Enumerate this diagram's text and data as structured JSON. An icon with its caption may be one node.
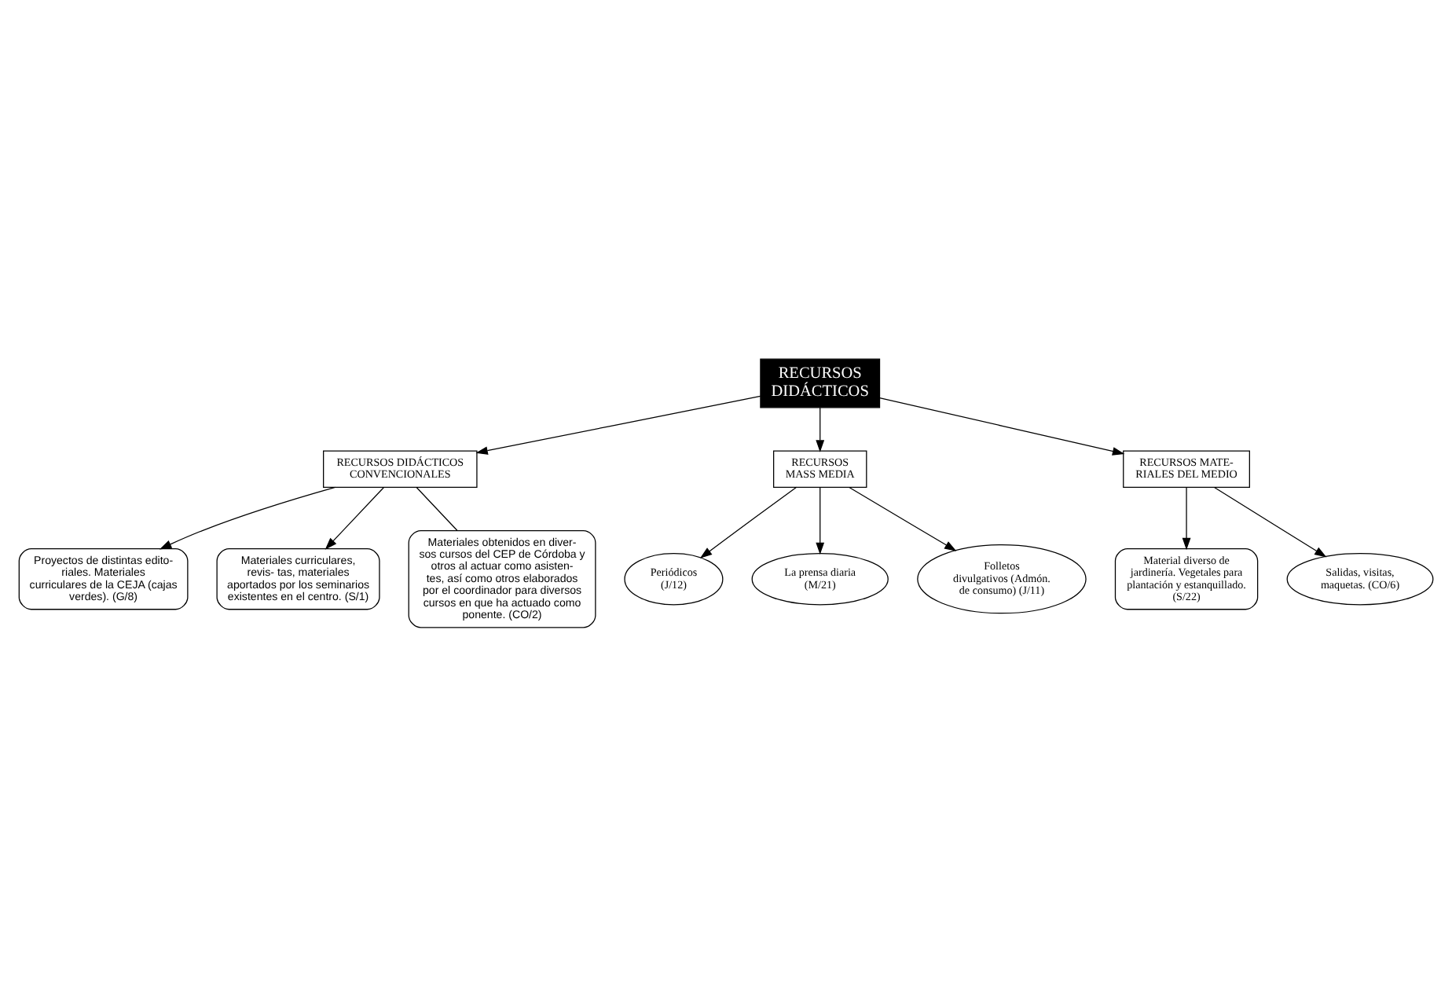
{
  "diagram": {
    "nodes": [
      {
        "text": [
          "RECURSOS DIDÁCTICOS"
        ]
      },
      {
        "text": [
          "RECURSOS DIDÁCTICOS CONVENCIONALES"
        ]
      },
      {
        "text": [
          "RECURSOS MASS MEDIA"
        ]
      },
      {
        "text": [
          "RECURSOS MATE- RIALES DEL MEDIO"
        ]
      },
      {
        "text": [
          "Proyectos de distintas edito- riales. Materiales curriculares de la CEJA (cajas verdes). (G/8)"
        ]
      },
      {
        "text": [
          "Materiales curriculares, revis- tas, materiales aportados por los seminarios existentes en el centro. (S/1)"
        ]
      },
      {
        "text": [
          "Materiales obtenidos en diver- sos cursos del CEP de Córdoba y otros al actuar como asisten- tes, así como otros elaborados por el coordinador para diversos cursos en que ha actuado como ponente. (CO/2)"
        ]
      },
      {
        "text": [
          "Periódicos (J/12)"
        ]
      },
      {
        "text": [
          "La prensa diaria (M/21)"
        ]
      },
      {
        "text": [
          "Folletos divulgativos (Admón. de consumo) (J/11)"
        ]
      },
      {
        "text": [
          "Material diverso de jardinería. Vegetales para plantación y estanquillado. (S/22)"
        ]
      },
      {
        "text": [
          "Salidas, visitas, maquetas. (CO/6)"
        ]
      }
    ],
    "edges": [
      {
        "from": 0,
        "to": 1,
        "arrow": "to"
      },
      {
        "from": 0,
        "to": 2,
        "arrow": "to"
      },
      {
        "from": 0,
        "to": 3,
        "arrow": "to"
      },
      {
        "from": 1,
        "to": 4,
        "arrow": "to"
      },
      {
        "from": 1,
        "to": 5,
        "arrow": "to"
      },
      {
        "from": 1,
        "to": 6,
        "arrow": "none"
      },
      {
        "from": 2,
        "to": 7,
        "arrow": "to"
      },
      {
        "from": 2,
        "to": 8,
        "arrow": "to"
      },
      {
        "from": 2,
        "to": 9,
        "arrow": "to"
      },
      {
        "from": 3,
        "to": 10,
        "arrow": "to"
      },
      {
        "from": 3,
        "to": 11,
        "arrow": "to"
      }
    ]
  }
}
